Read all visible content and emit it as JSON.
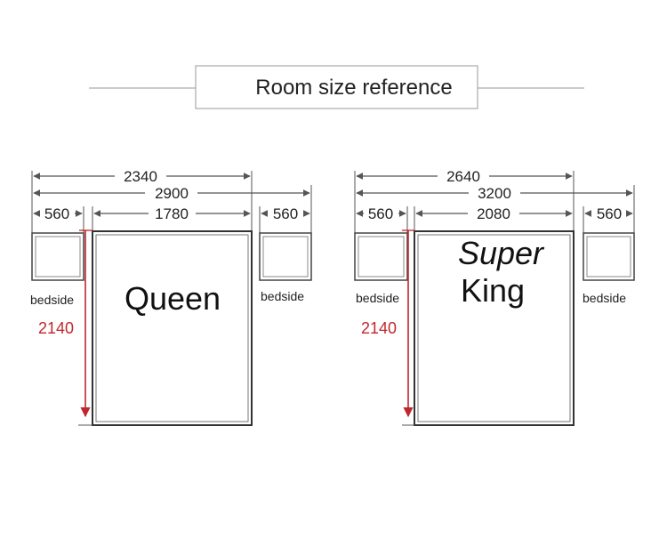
{
  "header": {
    "title": "Room size reference"
  },
  "colors": {
    "line": "#555555",
    "dimension_red": "#c0272d",
    "text": "#222222"
  },
  "queen": {
    "label": "Queen",
    "bed_plus_one_side": "2340",
    "total_width": "2900",
    "left_bedside_width": "560",
    "bed_width": "1780",
    "right_bedside_width": "560",
    "length": "2140",
    "left_bedside_label": "bedside",
    "right_bedside_label": "bedside"
  },
  "superking": {
    "label_line1": "Super",
    "label_line2": "King",
    "bed_plus_one_side": "2640",
    "total_width": "3200",
    "left_bedside_width": "560",
    "bed_width": "2080",
    "right_bedside_width": "560",
    "length": "2140",
    "left_bedside_label": "bedside",
    "right_bedside_label": "bedside"
  }
}
